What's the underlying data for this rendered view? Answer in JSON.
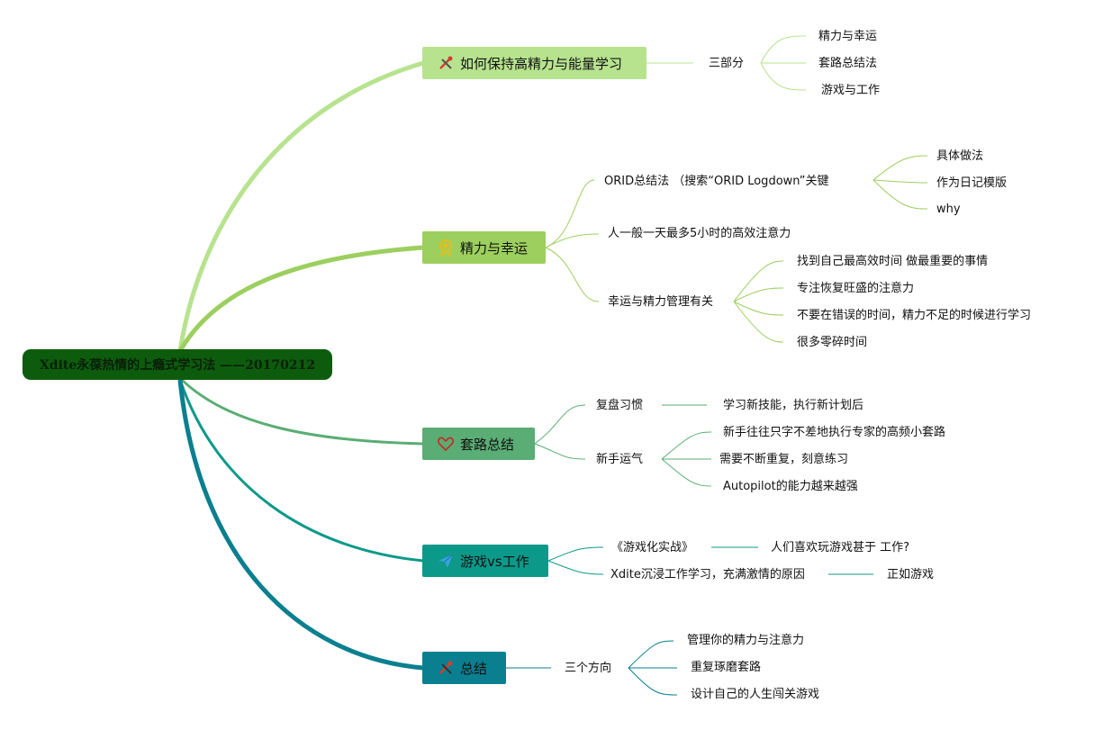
{
  "root": {
    "label": "Xdite永葆热情的上瘾式学习法 ——20170212"
  },
  "branches": [
    {
      "label": "如何保持高精力与能量学习",
      "icon": "tools-icon",
      "color": "#b7e38f",
      "child": "三部分",
      "items": [
        "精力与幸运",
        "套路总结法",
        "游戏与工作"
      ]
    },
    {
      "label": "精力与幸运",
      "icon": "award-ribbon-icon",
      "color": "#9ccf5e",
      "children": [
        {
          "label": "ORID总结法 （搜索“ORID Logdown”关键",
          "items": [
            "具体做法",
            "作为日记模版",
            "why"
          ]
        },
        {
          "label": "人一般一天最多5小时的高效注意力"
        },
        {
          "label": "幸运与精力管理有关",
          "items": [
            "找到自己最高效时间 做最重要的事情",
            "专注恢复旺盛的注意力",
            "不要在错误的时间，精力不足的时候进行学习",
            "很多零碎时间"
          ]
        }
      ]
    },
    {
      "label": "套路总结",
      "icon": "heart-icon",
      "color": "#5aad74",
      "children": [
        {
          "label": "复盘习惯",
          "items": [
            "学习新技能，执行新计划后"
          ]
        },
        {
          "label": "新手运气",
          "items": [
            "新手往往只字不差地执行专家的高频小套路",
            "需要不断重复，刻意练习",
            "Autopilot的能力越来越强"
          ]
        }
      ]
    },
    {
      "label": "游戏vs工作",
      "icon": "paper-plane-icon",
      "color": "#0c998a",
      "children": [
        {
          "label": "《游戏化实战》",
          "items": [
            "人们喜欢玩游戏甚于 工作?"
          ]
        },
        {
          "label": "Xdite沉浸工作学习，充满激情的原因",
          "items": [
            "正如游戏"
          ]
        }
      ]
    },
    {
      "label": "总结",
      "icon": "tools-icon",
      "color": "#0a7f8f",
      "child": "三个方向",
      "items": [
        "管理你的精力与注意力",
        "重复琢磨套路",
        "设计自己的人生闯关游戏"
      ]
    }
  ]
}
